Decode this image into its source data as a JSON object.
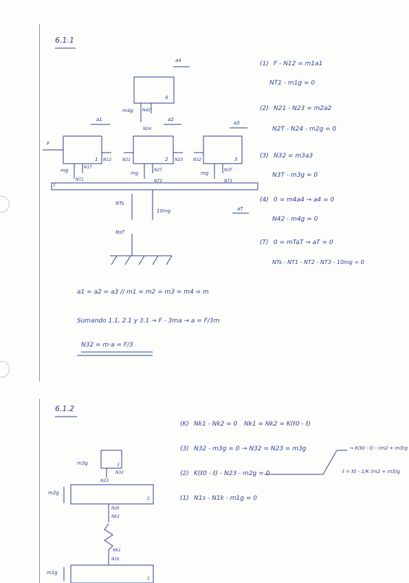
{
  "sec1": {
    "title": "6.1.1",
    "d": {
      "a4": "a4",
      "a1": "a1",
      "a2": "a2",
      "a3": "a3",
      "F": "F",
      "aT": "aT",
      "b4": "4",
      "b1": "1",
      "b2": "2",
      "b3": "3",
      "bT": "T",
      "m4g": "m4g",
      "N42": "N42",
      "N24": "N24",
      "N12": "N12",
      "N21": "N21",
      "N23": "N23",
      "N32": "N32",
      "m1g": "mg",
      "N1T": "N1T",
      "NT1": "NT1",
      "m2g": "mg",
      "N2T": "N2T",
      "NT2": "NT2",
      "m3g": "mg",
      "N3T": "N3T",
      "NT3": "NT3",
      "NTs": "NTs",
      "NsT": "NsT",
      "W10": "10mg"
    },
    "eqs": [
      {
        "n": "1",
        "lines": [
          "F - N12 = m1a1",
          "NT1 - m1g = 0"
        ]
      },
      {
        "n": "2",
        "lines": [
          "N21 - N23 = m2a2",
          "N2T - N24 - m2g = 0"
        ]
      },
      {
        "n": "3",
        "lines": [
          "N32 = m3a3",
          "N3T - m3g = 0"
        ]
      },
      {
        "n": "4",
        "lines": [
          "0 = m4a4 → a4 = 0",
          "N42 - m4g = 0"
        ]
      },
      {
        "n": "T",
        "lines": [
          "0 = mTaT → aT = 0",
          "NTs - NT1 - NT2 - NT3 - 10mg = 0"
        ]
      }
    ],
    "l1": "a1 = a2 = a3 // m1 = m2 = m3 = m4 = m",
    "l2": "Sumando 1.1, 2.1 y 3.1 → F - 3ma → a = F/3m",
    "l3": "N32 = m·a = F/3"
  },
  "sec2": {
    "title": "6.1.2",
    "d": {
      "m3g": "m3g",
      "b3": "3",
      "N32": "N32",
      "N23": "N23",
      "m2g": "m2g",
      "b2": "2",
      "N2k": "N2k",
      "Nk2": "Nk2",
      "Nk1": "Nk1",
      "N1k": "N1k",
      "m1g": "m1g",
      "b1": "1"
    },
    "eqs": [
      {
        "n": "K",
        "lines": [
          "Nk1 - Nk2 = 0",
          "Nk1 = Nk2 = K(ℓ0 - ℓ)"
        ]
      },
      {
        "n": "3",
        "lines": [
          "N32 - m3g = 0",
          "→ N32 = N23 = m3g"
        ]
      },
      {
        "n": "2",
        "lines": [
          "K(ℓ0 - ℓ) - N23 - m2g = 0"
        ]
      },
      {
        "n": "1",
        "lines": [
          "N1s - N1k - m1g = 0"
        ]
      }
    ],
    "r1": "→ K(ℓ0 - ℓ) - (m2 + m3)g = 0",
    "r2": "ℓ = ℓ0 - 1/K (m2 + m3)g"
  }
}
